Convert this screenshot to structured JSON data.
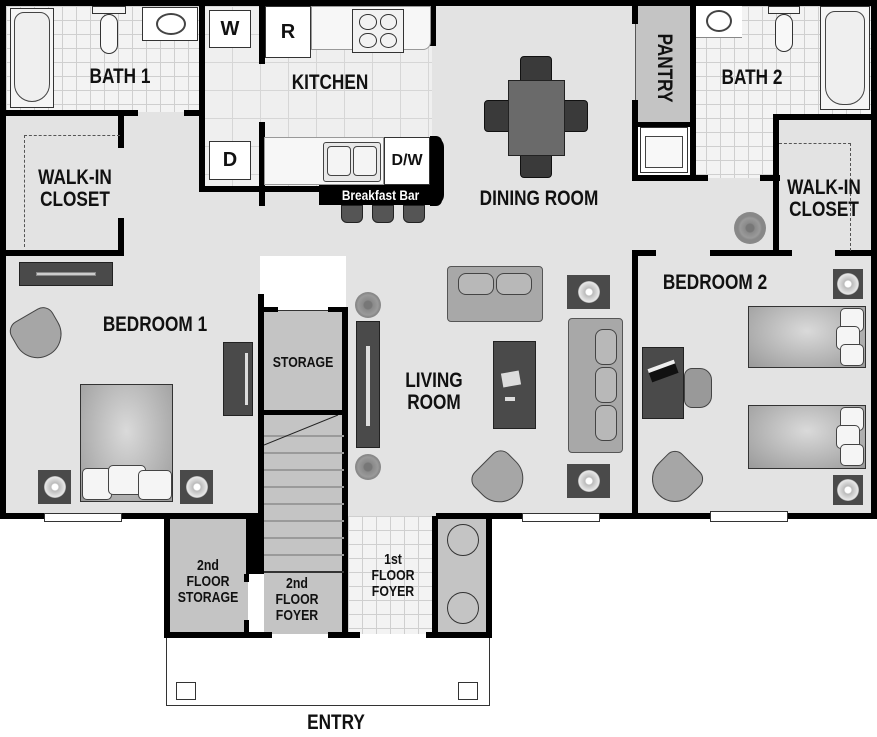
{
  "floorplan": {
    "rooms": {
      "bath1": "BATH 1",
      "kitchen": "KITCHEN",
      "dining": "DINING ROOM",
      "pantry": "PANTRY",
      "bath2": "BATH 2",
      "walkin_left": "WALK-IN\nCLOSET",
      "walkin_right": "WALK-IN\nCLOSET",
      "bedroom1": "BEDROOM 1",
      "bedroom2": "BEDROOM 2",
      "storage": "STORAGE",
      "living": "LIVING\nROOM",
      "floor2_storage": "2nd\nFLOOR\nSTORAGE",
      "floor2_foyer": "2nd\nFLOOR\nFOYER",
      "floor1_foyer": "1st\nFLOOR\nFOYER",
      "entry": "ENTRY"
    },
    "appliances": {
      "washer": "W",
      "refrigerator": "R",
      "dryer": "D",
      "dishwasher": "D/W",
      "breakfast_bar": "Breakfast Bar"
    },
    "colors": {
      "wall": "#000000",
      "floor": "#e3e3e3",
      "tile": "#f3f3f3",
      "furniture_dark": "#4a4a4a",
      "furniture_mid": "#a8a8a8"
    }
  }
}
